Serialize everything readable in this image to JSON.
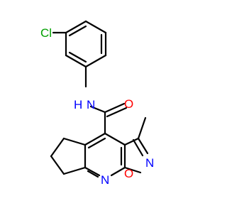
{
  "molecule": {
    "atoms": {
      "chlorine": "Cl",
      "amide_nitrogen": "N",
      "amide_hydrogen": "H",
      "carbonyl_oxygen": "O",
      "pyridine_nitrogen": "N",
      "isoxazole_nitrogen": "N",
      "isoxazole_oxygen": "O"
    },
    "colors": {
      "bond": "#000000",
      "chlorine": "#00a000",
      "nitrogen": "#0000ff",
      "oxygen": "#ff0000"
    }
  }
}
